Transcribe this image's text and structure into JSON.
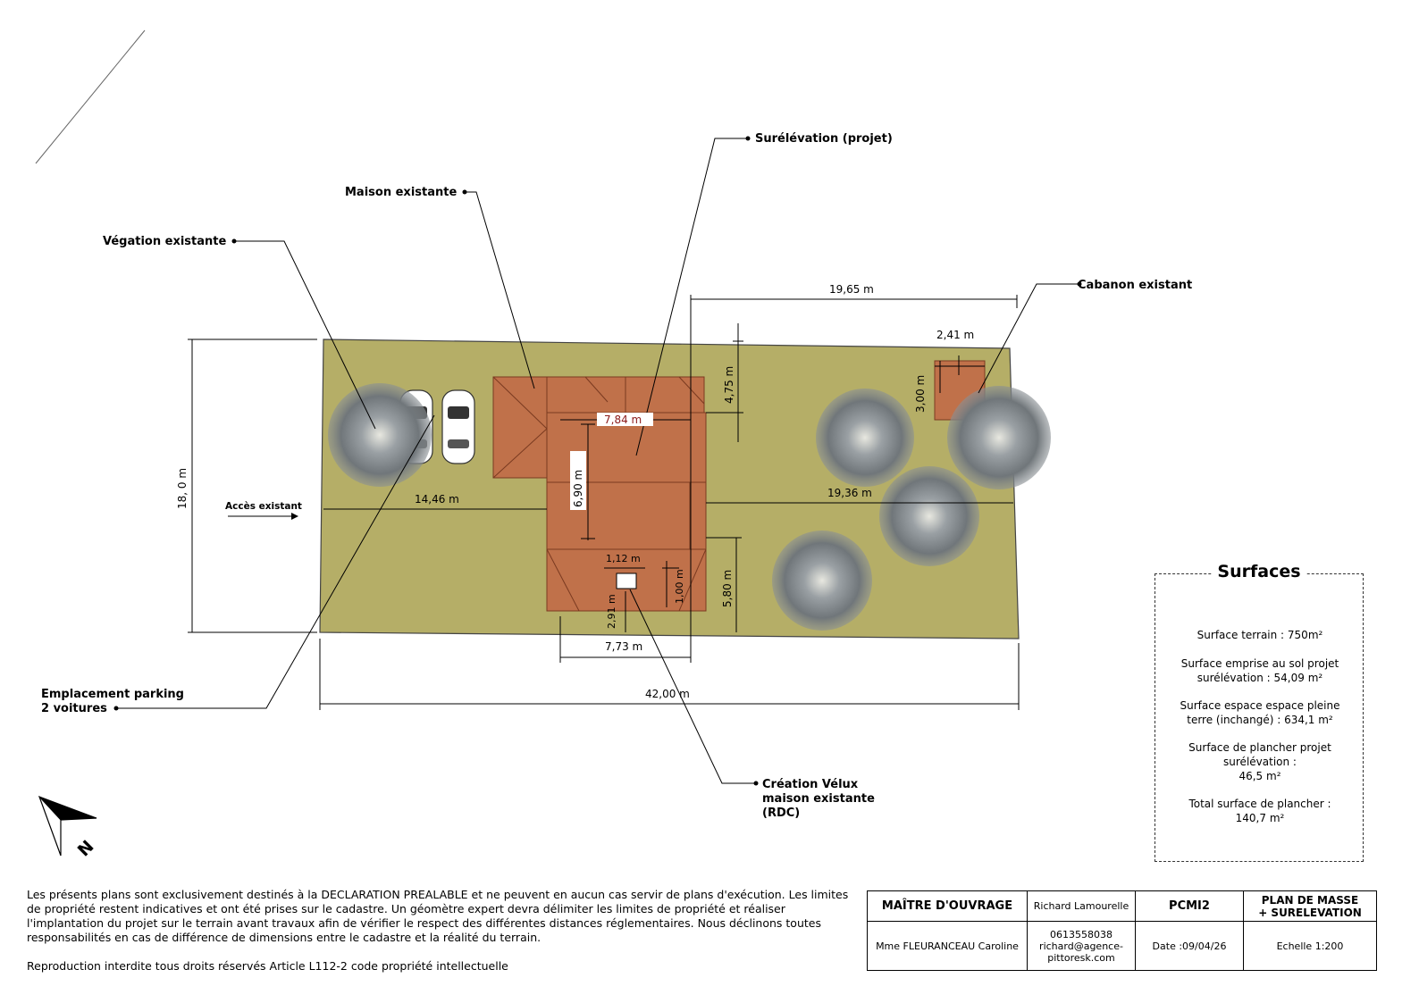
{
  "labels": {
    "surelevation": "Surélévation (projet)",
    "maison": "Maison existante",
    "vegetation": "Végation existante",
    "cabanon": "Cabanon existant",
    "acces": "Accès existant",
    "parking_line1": "Emplacement parking",
    "parking_line2": "2 voitures",
    "velux_line1": "Création Vélux",
    "velux_line2": "maison existante",
    "velux_line3": "(RDC)"
  },
  "dimensions": {
    "d_19_65": "19,65 m",
    "d_2_41": "2,41 m",
    "d_3_00": "3,00 m",
    "d_4_75": "4,75 m",
    "d_7_84": "7,84 m",
    "d_6_90": "6,90 m",
    "d_18_0": "18, 0 m",
    "d_14_46": "14,46 m",
    "d_19_36": "19,36 m",
    "d_1_12": "1,12 m",
    "d_1_00": "1,00 m",
    "d_5_80": "5,80 m",
    "d_2_91": "2,91 m",
    "d_7_73": "7,73 m",
    "d_42_00": "42,00 m"
  },
  "north_letter": "N",
  "surfaces": {
    "title": "Surfaces",
    "terrain": "Surface terrain : 750m²",
    "emprise": "Surface emprise au sol projet\nsurélévation : 54,09 m²",
    "pleine_terre": "Surface espace espace pleine\nterre (inchangé) : 634,1 m²",
    "plancher_projet": "Surface de plancher projet\nsurélévation :\n46,5 m²",
    "total_plancher": "Total surface de plancher :\n140,7 m²"
  },
  "disclaimer": "Les présents plans sont exclusivement destinés à la DECLARATION PREALABLE et ne peuvent en aucun cas servir de plans d'exécution. Les limites de propriété restent indicatives et ont été prises sur le cadastre. Un géomètre expert devra délimiter les limites de propriété et réaliser l'implantation du projet sur le terrain avant travaux afin de vérifier le respect des différentes distances réglementaires. Nous déclinons toutes responsabilités en cas de différence de dimensions entre le cadastre et la réalité du terrain.",
  "reproduction": "Reproduction interdite tous droits réservés Article L112-2 code propriété intellectuelle",
  "cartouche": {
    "maitre_label": "MAÎTRE D'OUVRAGE",
    "architect": "Richard Lamourelle",
    "code": "PCMI2",
    "plan_title": "PLAN DE MASSE\n+ SURELEVATION",
    "client": "Mme FLEURANCEAU Caroline",
    "contact": "0613558038\nrichard@agence-\npittoresk.com",
    "date": "Date :09/04/26",
    "scale": "Echelle 1:200"
  },
  "colors": {
    "terrain": "#b5ae67",
    "roof": "#c0714a",
    "roof_line": "#7a3a20",
    "tree": "#8d9296",
    "dim_red": "#8b1a1a"
  }
}
